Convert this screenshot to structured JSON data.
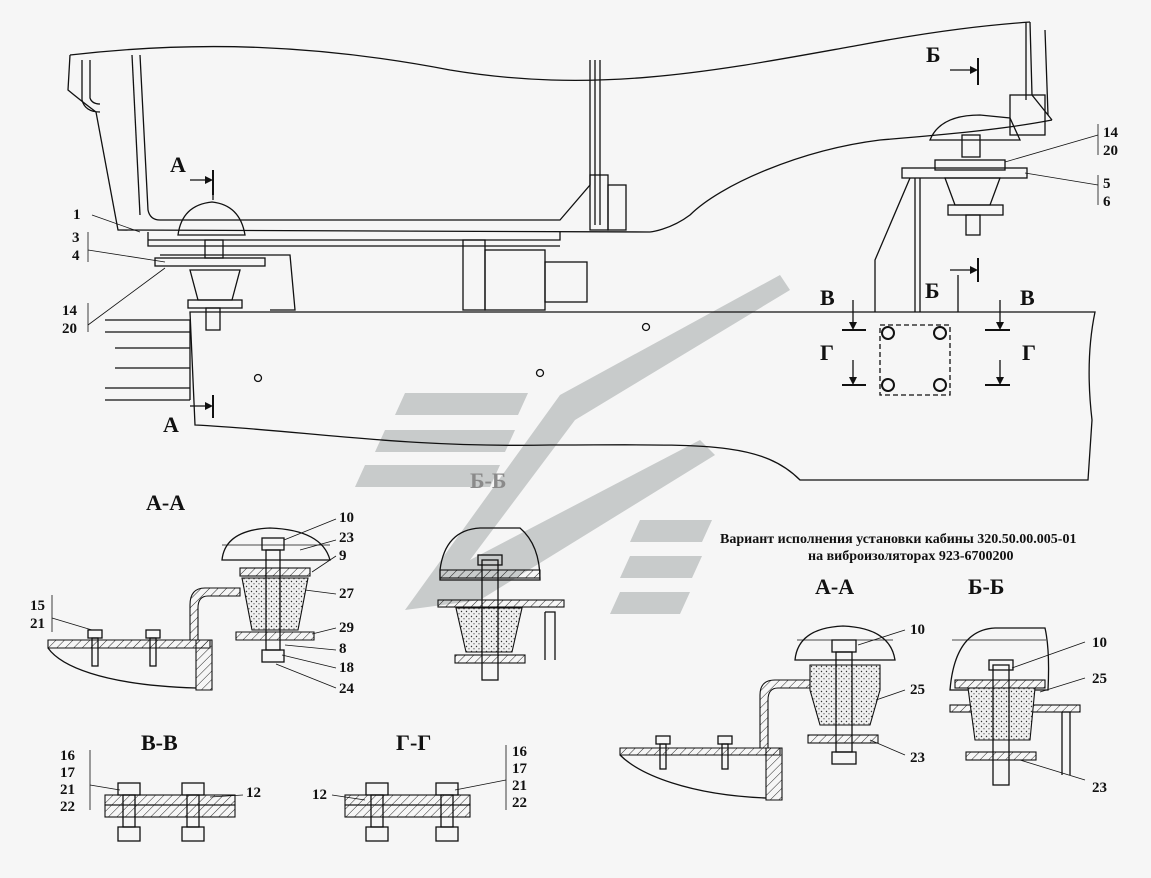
{
  "cut_marks": {
    "a_top": "А",
    "a_bottom": "А",
    "b_top": "Б",
    "b_bottom": "Б",
    "v_left": "В",
    "v_right": "В",
    "g_left": "Г",
    "g_right": "Г"
  },
  "main_labels": {
    "p1": "1",
    "p3": "3",
    "p4": "4",
    "p14": "14",
    "p20": "20",
    "r14": "14",
    "r20": "20",
    "r5": "5",
    "r6": "6"
  },
  "sections": {
    "aa": "А-А",
    "bb": "Б-Б",
    "vv": "В-В",
    "gg": "Г-Г",
    "aa2": "А-А",
    "bb2": "Б-Б"
  },
  "aa_labels": {
    "l15": "15",
    "l21": "21",
    "l10": "10",
    "l23": "23",
    "l9": "9",
    "l27": "27",
    "l29": "29",
    "l8": "8",
    "l18": "18",
    "l24": "24"
  },
  "vv_labels": {
    "l16": "16",
    "l17": "17",
    "l21": "21",
    "l22": "22",
    "l12": "12"
  },
  "gg_labels": {
    "l12": "12",
    "l16": "16",
    "l17": "17",
    "l21": "21",
    "l22": "22"
  },
  "variant": {
    "line1": "Вариант исполнения установки кабины 320.50.00.005-01",
    "line2": "на виброизоляторах 923-6700200",
    "aa_l10": "10",
    "aa_l25": "25",
    "aa_l23": "23",
    "bb_l10": "10",
    "bb_l25": "25",
    "bb_l23": "23"
  },
  "colors": {
    "line": "#111111",
    "watermark": "#9aa0a0",
    "background": "#f6f6f6"
  }
}
